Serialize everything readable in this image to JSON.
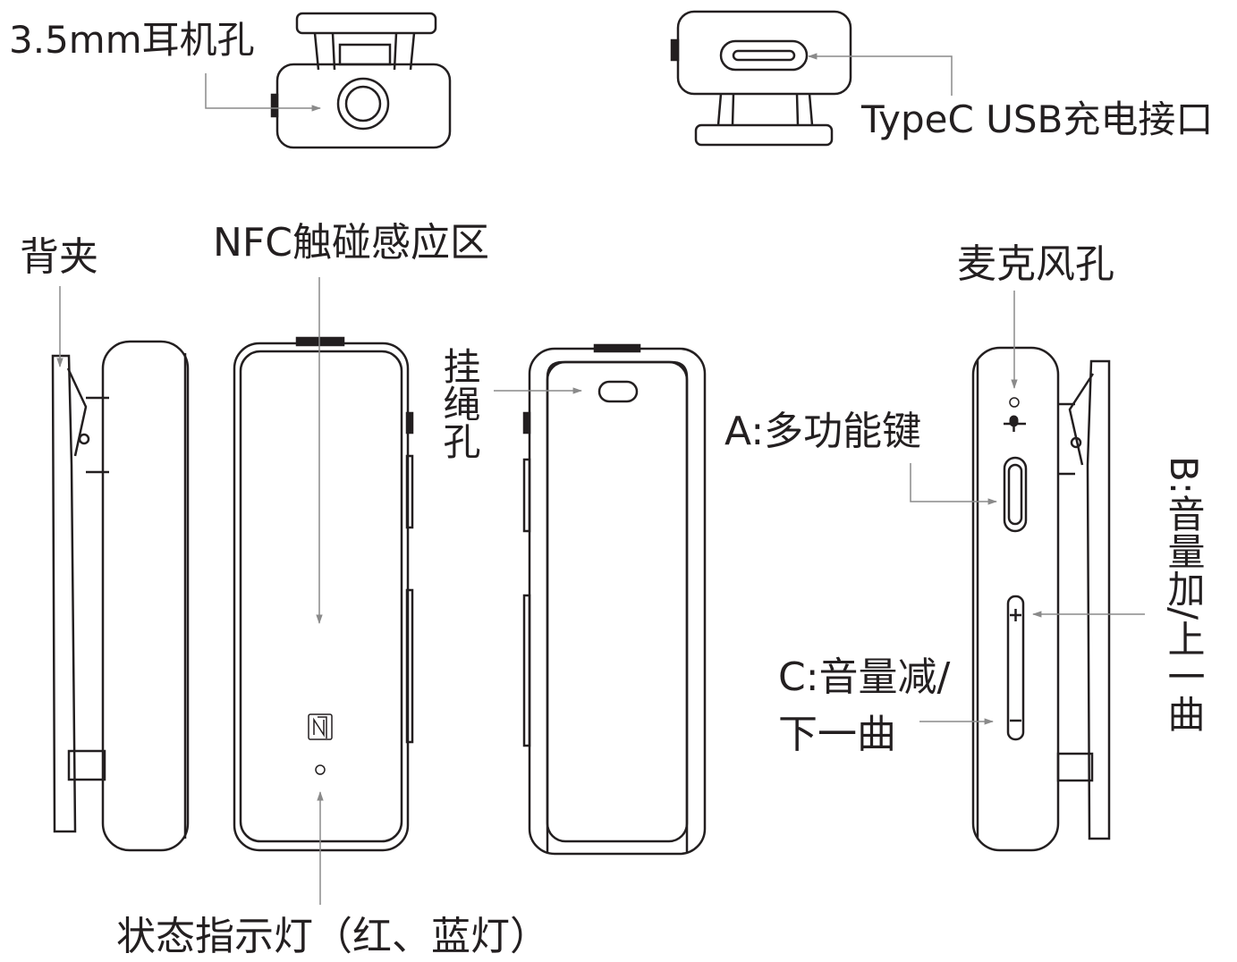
{
  "labels": {
    "headphone_jack": "3.5mm耳机孔",
    "typec_port": "TypeC USB充电接口",
    "back_clip": "背夹",
    "nfc_area": "NFC触碰感应区",
    "lanyard_hole": "挂绳孔",
    "mic_hole": "麦克风孔",
    "multifunction_key": "A:多功能键",
    "volume_up": "B:音量加/上一曲",
    "volume_down_line1": "C:音量减/",
    "volume_down_line2": "下一曲",
    "status_led": "状态指示灯（红、蓝灯）"
  },
  "colors": {
    "stroke": "#231f20",
    "leader": "#8a8a8a",
    "background": "#ffffff"
  },
  "icons": {
    "nfc": "nfc-icon",
    "microphone": "microphone-icon"
  }
}
